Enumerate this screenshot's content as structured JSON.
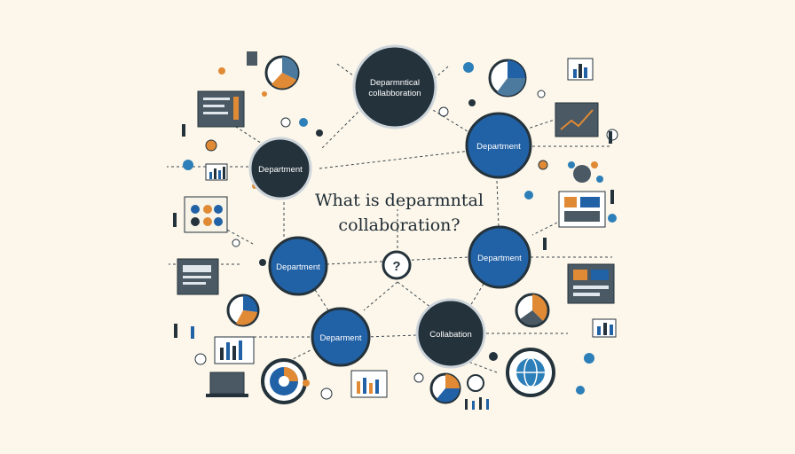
{
  "center_question": {
    "line1": "What is deparmntal",
    "line2": "collaboration?"
  },
  "nodes": {
    "top": {
      "line1": "Deparmntical",
      "line2": "collabboration"
    },
    "left": "Department",
    "right_top": "Department",
    "left_mid": "Department",
    "right_mid": "Department",
    "bottom_left": "Deparment",
    "bottom_center": "Collabation",
    "question_mark": "?"
  },
  "colors": {
    "background": "#fcf7ea",
    "dark_node": "#24323b",
    "blue_node": "#2161a6",
    "accent_orange": "#e08a35",
    "accent_teal": "#2c7fb8",
    "line": "#3b4650"
  }
}
